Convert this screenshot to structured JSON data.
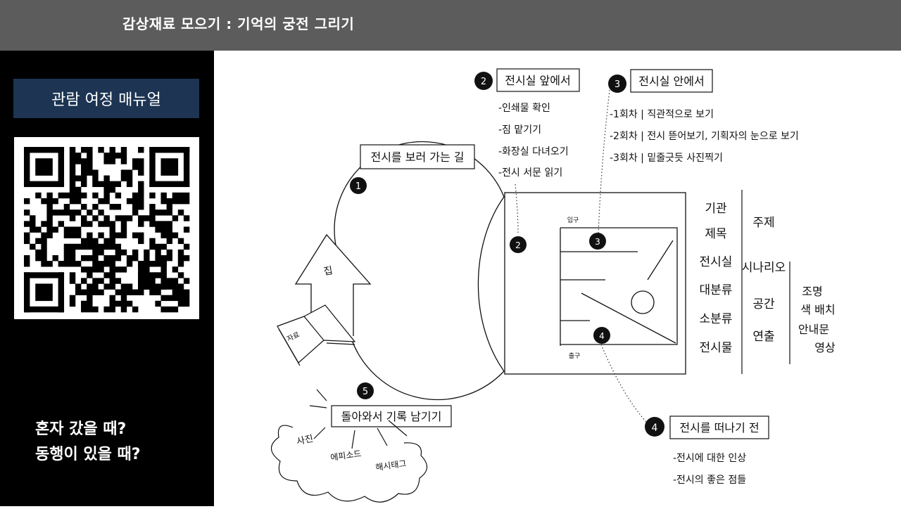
{
  "header": {
    "title": "감상재료 모으기 : 기억의 궁전 그리기"
  },
  "sidebar": {
    "manual_label": "관람 여정 매뉴얼",
    "question_alone": "혼자 갔을 때?",
    "question_companion": "동행이 있을 때?"
  },
  "diagram": {
    "step1": {
      "number": "1",
      "title": "전시를 보러 가는 길"
    },
    "step2": {
      "number": "2",
      "title": "전시실 앞에서",
      "items": [
        "-인쇄물 확인",
        "-짐 맡기기",
        "-화장실 다녀오기",
        "-전시 서문 읽기"
      ]
    },
    "step3": {
      "number": "3",
      "title": "전시실 안에서",
      "items": [
        "-1회차 | 직관적으로 보기",
        "-2회차 | 전시 뜯어보기, 기획자의 눈으로 보기",
        "-3회차 | 밑줄긋듯 사진찍기"
      ]
    },
    "step4": {
      "number": "4",
      "title": "전시를 떠나기 전",
      "items": [
        "-전시에 대한 인상",
        "-전시의 좋은 점들"
      ]
    },
    "step5": {
      "number": "5",
      "title": "돌아와서 기록 남기기"
    },
    "sketch": {
      "house_label": "집",
      "book_label": "자료",
      "entrance_label": "입구",
      "exit_label": "출구",
      "plan_marker_2": "2",
      "plan_marker_3": "3",
      "plan_marker_4": "4",
      "info_col1": [
        "기관",
        "제목",
        "전시실",
        "대분류",
        "소분류",
        "전시물"
      ],
      "info_col2": [
        "주제",
        "시나리오",
        "공간",
        "연출"
      ],
      "info_col3": [
        "조명",
        "색  배치",
        "안내문",
        "영상"
      ],
      "cloud_labels": [
        "사진",
        "에피소드",
        "해시태그"
      ]
    }
  }
}
